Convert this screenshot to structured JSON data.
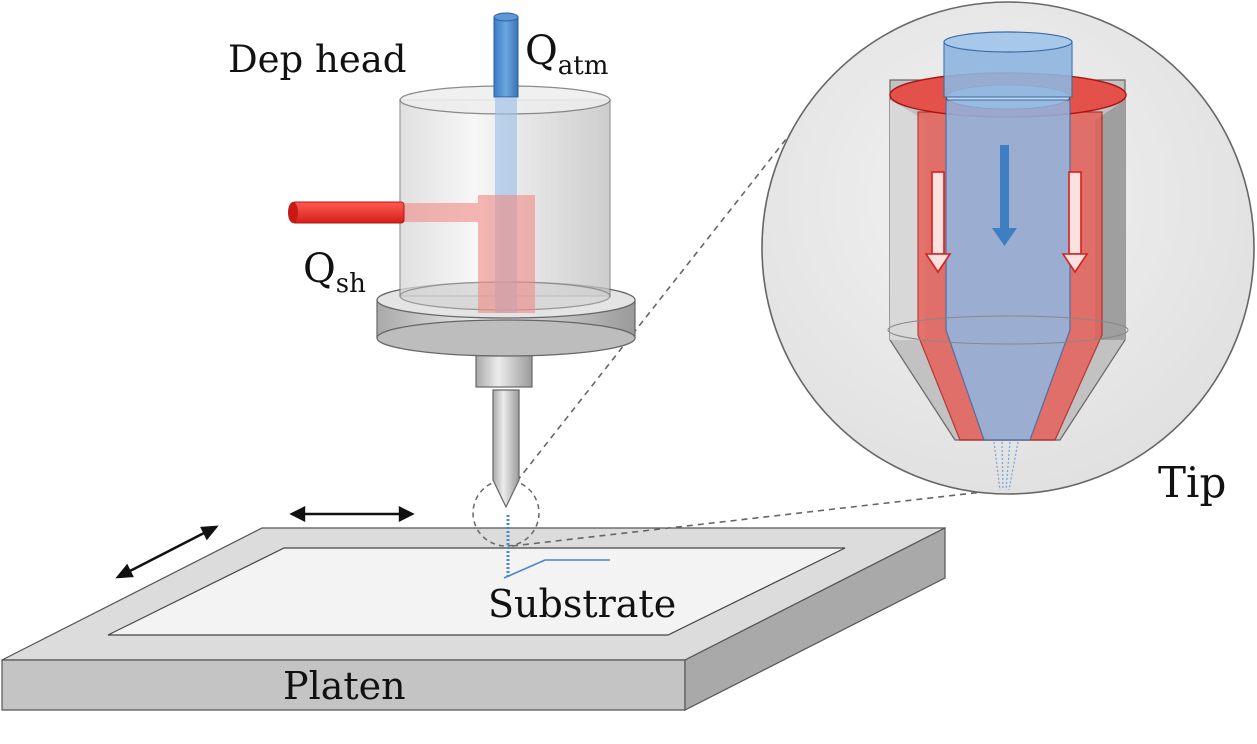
{
  "labels": {
    "dep_head": "Dep head",
    "q_atm_main": "Q",
    "q_atm_sub": "atm",
    "q_sh_main": "Q",
    "q_sh_sub": "sh",
    "tip": "Tip",
    "substrate": "Substrate",
    "platen": "Platen"
  },
  "colors": {
    "atomizer_flow": "#4a86c8",
    "sheath_flow": "#e8221e",
    "housing": "#cfcfcf",
    "platen": "#c8c8c8",
    "substrate": "#f2f2f2"
  },
  "icons": {
    "x_motion": "double-headed-arrow",
    "y_motion": "double-headed-arrow"
  }
}
